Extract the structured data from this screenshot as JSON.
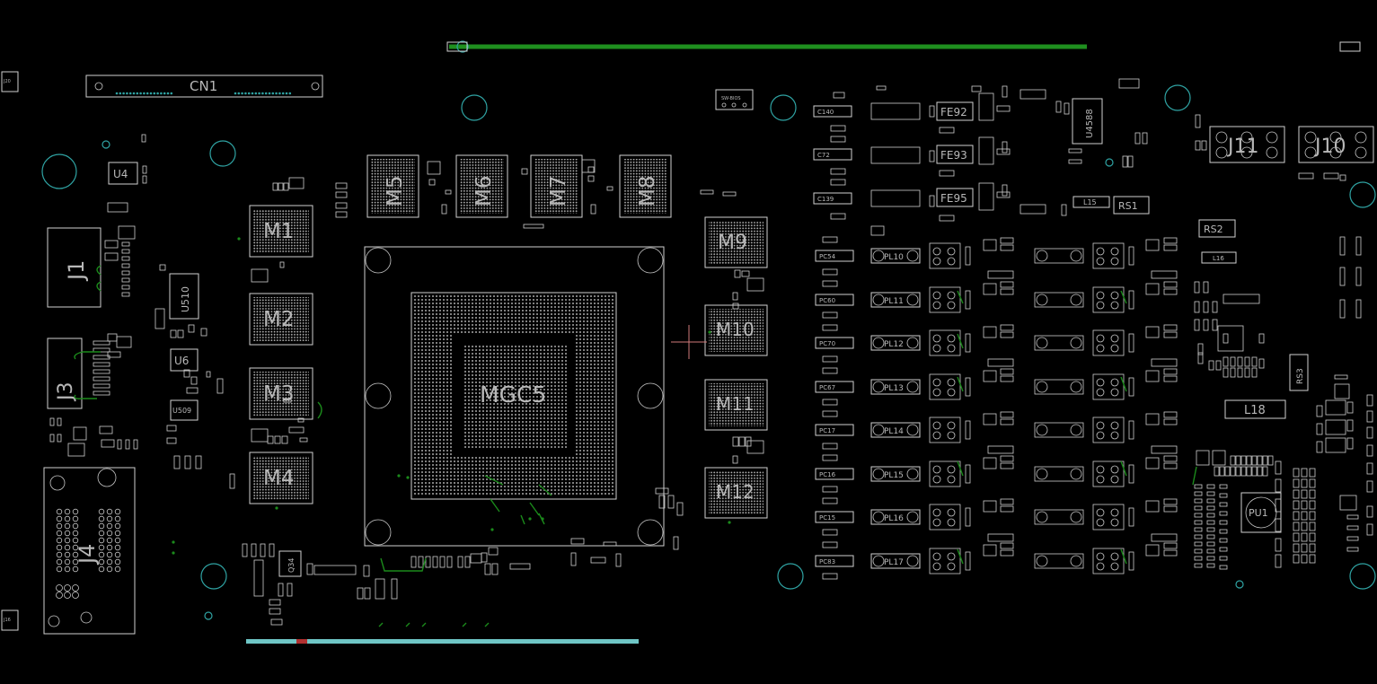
{
  "viewer": {
    "background": "#000000",
    "outline_color": "#cfcfcf",
    "label_color": "#b8b8b8",
    "hole_color": "#2fa3a3",
    "trace_color": "#1b8a1b",
    "cursor": "crosshair"
  },
  "labels": {
    "cn1": "CN1",
    "gpu": "MGC5",
    "j1": "J1",
    "j3": "J3",
    "j4": "J4",
    "j10": "J10",
    "j11": "J11",
    "u4": "U4",
    "u6": "U6",
    "u510": "U510",
    "u509": "U509",
    "u4588": "U4588",
    "q34": "Q34",
    "pu1": "PU1",
    "l18": "L18",
    "l15": "L15",
    "l16": "L16",
    "rs1": "RS1",
    "rs2": "RS2",
    "rs3": "RS3",
    "sw_bios": "SW-BIOS",
    "m1": "M1",
    "m2": "M2",
    "m3": "M3",
    "m4": "M4",
    "m5": "M5",
    "m6": "M6",
    "m7": "M7",
    "m8": "M8",
    "m9": "M9",
    "m10": "M10",
    "m11": "M11",
    "m12": "M12",
    "fe92": "FE92",
    "fe93": "FE93",
    "fe95": "FE95",
    "pc54": "PC54",
    "pc60": "PC60",
    "pc70": "PC70",
    "pc67": "PC67",
    "pc17": "PC17",
    "pc16": "PC16",
    "pc15": "PC15",
    "pc83": "PC83",
    "pl10": "PL10",
    "pl11": "PL11",
    "pl12": "PL12",
    "pl13": "PL13",
    "pl14": "PL14",
    "pl15": "PL15",
    "pl16": "PL16",
    "pl17": "PL17",
    "c140": "C140",
    "c72": "C72",
    "c139": "C139",
    "j20": "J20",
    "j16": "J16"
  }
}
